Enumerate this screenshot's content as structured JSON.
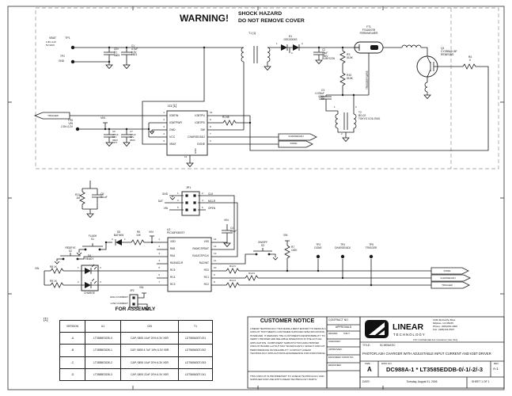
{
  "page": {
    "warning": "WARNING!",
    "shock1": "SHOCK HAZARD",
    "shock2": "DO NOT REMOVE COVER"
  },
  "top": {
    "vbat": "VBAT",
    "tp1": "TP1",
    "vbat_range": "1.8V-4.2V\n5V MAX",
    "tp2": "TP2",
    "gnd": "GND",
    "cin": "CIN\n[1]\n0805",
    "c1": "C1\n4.7uF\n6.3V\n0603",
    "t1": "T1 [1]",
    "d1": "D1\nGSD2004S",
    "d1_pins": [
      "1",
      "2",
      "3"
    ],
    "c2": "C2\n10uF\n330V\nRUBYCON",
    "r3": "R3\n510K",
    "r10": "R10\n510K",
    "ft1": "FT1\nFTA160709\nPERKINELMER",
    "trigger_wire": "TRIGGER WIRE",
    "c3": "C3\n0.033uF\n630V\n1206",
    "t2": "T2\nBO-02\nTOKYO COIL ENG.",
    "t2_pins": [
      "1",
      "3",
      "2"
    ],
    "q1": "Q1\nCY25BAH-8F\nRENESAS",
    "r4": "R4\n0",
    "r1": "R1  68",
    "flag_charge_adj": "CHARGE/ADJ",
    "flag_done": "DONE",
    "flag_trigger": "TRIGGER",
    "tp6": "TP6\nVIN\n2.8V-4.2V",
    "vin": "VIN",
    "c6": "C6\n4.7uF\n10V\n0603\nOPT",
    "c7": "C7\n4.7uF\n10V\n0603"
  },
  "u1": {
    "ref": "U1 [1]",
    "left": [
      "IGBTIN",
      "IGBTPWR",
      "GND",
      "VCC",
      "VBAT"
    ],
    "left_nums": [
      "1",
      "2",
      "3",
      "4",
      "5"
    ],
    "right": [
      "IGBTPU",
      "IGBTPD",
      "SW",
      "CHARGE/ADJ",
      "DONE"
    ],
    "right_nums": [
      "10",
      "9",
      "8",
      "7",
      "6"
    ],
    "bottom": "GND",
    "bottom_num": "11"
  },
  "mcu": {
    "r11": "R11\n1M",
    "c5": "C5\n0.1uF",
    "jp1": "JP1",
    "jp1_left": [
      "GND",
      "DAT",
      "VIN"
    ],
    "jp1_right": [
      "CLK",
      "MCLR",
      "OPEN"
    ],
    "jp1_nums": [
      "1",
      "2",
      "3",
      "4",
      "5",
      "6"
    ],
    "u2_ref": "U2\nPIC16F630/ST",
    "u2_left": [
      "VDD",
      "RA5",
      "RA4",
      "RA3/MCLR",
      "RC5",
      "RC4",
      "RC3"
    ],
    "u2_left_nums": [
      "1",
      "2",
      "3",
      "4",
      "5",
      "6",
      "7"
    ],
    "u2_right": [
      "VSS",
      "RA0/ICSPDAT",
      "RA1/ICSPCLK",
      "RA2/INT",
      "RC0",
      "RC1",
      "RC2"
    ],
    "u2_right_nums": [
      "14",
      "13",
      "12",
      "11",
      "10",
      "9",
      "8"
    ],
    "c4": "C4\n0.1uF",
    "d5": "D5\nBAT54W",
    "d5_pins": [
      "3",
      "1"
    ],
    "r6": "R6\n10K",
    "flash": "FLASH\nS1",
    "redeye": "REDEYE\nS2",
    "d4": "D4\nREADY",
    "charge": "CHARGE",
    "d4_pins": [
      "1",
      "2",
      "3",
      "4"
    ],
    "r8": "R8  1K",
    "r9": "R9  1K",
    "vin": "VIN",
    "jp2": "JP2",
    "high_current": "HIGH CURRENT",
    "low_current": "LOW CURRENT",
    "onoff": "ON/OFF\nS3",
    "r7": "R7\n100K",
    "r12": "R12  0",
    "r13": "R13  0",
    "r14": "R14  0",
    "tp3": "TP3\nDONE",
    "tp4": "TP4\nCHARGE/ADJ",
    "tp5": "TP5\nTRIGGER",
    "flag_done": "DONE",
    "flag_charge_adj": "CHARGE/ADJ",
    "flag_trigger": "TRIGGER"
  },
  "assembly": {
    "title": "FOR ASSEMBLY",
    "note_ref": "[1]",
    "headers": [
      "VERSION",
      "U1",
      "CIN",
      "T1"
    ],
    "rows": [
      [
        "-A",
        "LT3585EDDB-0",
        "CAP, 0805 10uF 20% 6.3V X5R",
        "LDT565630T-001"
      ],
      [
        "-B",
        "LT3585EDDB-1",
        "CAP, 0805 4.7uF 10% 6.3V X5R",
        "LDT565630T-002"
      ],
      [
        "-C",
        "LT3585EDDB-2",
        "CAP, 0805 10uF 20% 6.3V X5R",
        "LDT565630T-003"
      ],
      [
        "-D",
        "LT3585EDDB-3",
        "CAP, 0805 22uF 20% 6.3V X5R",
        "LDT565630T-041"
      ]
    ]
  },
  "notice": {
    "title": "CUSTOMER NOTICE",
    "body": "LINEAR TECHNOLOGY HAS MADE A BEST EFFORT TO DESIGN A\nCIRCUIT THAT MEETS CUSTOMER-SUPPLIED SPECIFICATIONS;\nHOWEVER, IT REMAINS THE CUSTOMER'S RESPONSIBILITY TO\nVERIFY PROPER AND RELIABLE OPERATION IN THE ACTUAL\nAPPLICATION. COMPONENT SUBSTITUTION AND PRINTED\nCIRCUIT BOARD LAYOUT MAY SIGNIFICANTLY AFFECT CIRCUIT\nPERFORMANCE OR RELIABILITY. CONTACT LINEAR\nTECHNOLOGY APPLICATIONS ENGINEERING FOR ASSISTANCE.",
    "footer": "THIS CIRCUIT IS PROPRIETARY TO LINEAR TECHNOLOGY AND\nSUPPLIED FOR USE WITH LINEAR TECHNOLOGY PARTS."
  },
  "titleblock": {
    "contract": "CONTRACT NO.",
    "approvals": "APPROVALS",
    "drawn": "DRAWN:",
    "drawn_val": "KIM T.",
    "checked": "CHECKED:",
    "approved": "APPROVED:",
    "engineer": "ENGINEER: DAVID NG",
    "designer": "DESIGNER:",
    "company1": "LINEAR",
    "company2": "TECHNOLOGY",
    "address": "1630 McCarthy Blvd.\nMilpitas, CA 95035\nPhone: (408)432-1900\nFax: (408)434-0507",
    "confidential": "LTC Confidential-For Customer Use Only",
    "title_label": "TITLE:",
    "title_value": "SCHEMATIC",
    "subtitle": "PHOTOFLASH CHARGER WITH ADJUSTABLE INPUT CURRENT AND IGBT DRIVER",
    "size_label": "SIZE",
    "size": "A",
    "dwg_label": "DWG NO.",
    "dwg_no": "DC988A-1 * LT3585EDDB-0/-1/-2/-3",
    "rev_label": "REV",
    "rev": "A-1",
    "date_label": "DATE:",
    "date": "Tuesday, August 01, 2006",
    "sheet": "SHEET 1 OF 1"
  }
}
